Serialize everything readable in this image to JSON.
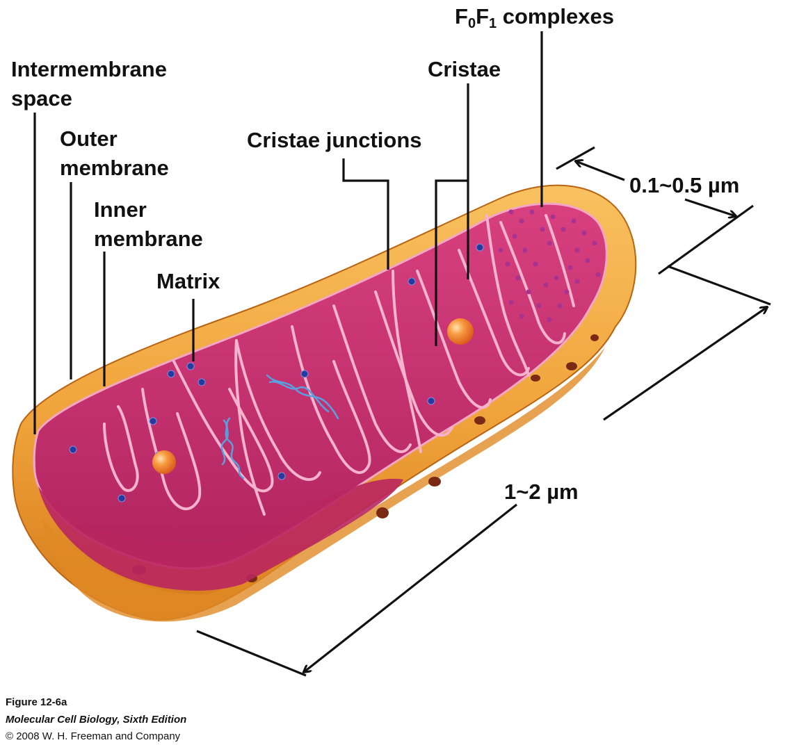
{
  "labels": {
    "f0f1_main": "F",
    "f0f1_sub0": "0",
    "f0f1_mid": "F",
    "f0f1_sub1": "1",
    "f0f1_rest": " complexes",
    "intermembrane_line1": "Intermembrane",
    "intermembrane_line2": "space",
    "outer_line1": "Outer",
    "outer_line2": "membrane",
    "inner_line1": "Inner",
    "inner_line2": "membrane",
    "matrix": "Matrix",
    "cristae_junctions": "Cristae junctions",
    "cristae": "Cristae",
    "width_dim": "0.1~0.5 µm",
    "length_dim": "1~2 µm"
  },
  "caption": {
    "figure": "Figure 12-6a",
    "book": "Molecular Cell Biology, Sixth Edition",
    "copyright": "© 2008 W. H. Freeman and Company"
  },
  "colors": {
    "outer_membrane": "#f2a93b",
    "outer_shadow": "#d9801e",
    "matrix": "#c8326f",
    "cristae_highlight": "#f2a6c4",
    "dna": "#5aa0e0",
    "granule": "#243a9c",
    "ribosome": "#f07a2a",
    "f0f1_particle": "#9a2d8c"
  }
}
